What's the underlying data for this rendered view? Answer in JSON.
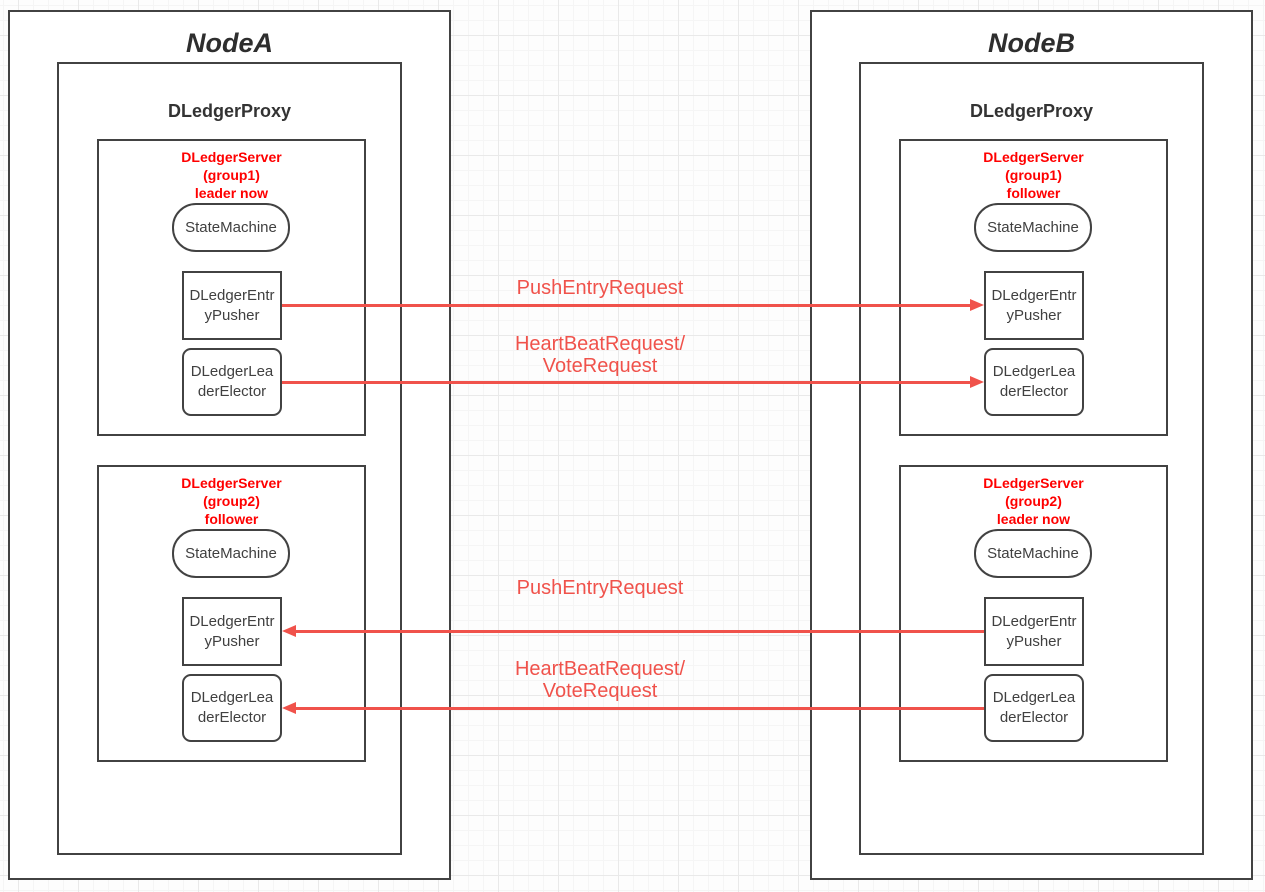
{
  "colors": {
    "box_border": "#424242",
    "box_fill": "#ffffff",
    "server_title_red": "#ff0000",
    "arrow_red": "#f0524b",
    "box_text": "#404040",
    "grid_major": "#e9e9e9",
    "grid_minor": "#f5f5f5"
  },
  "nodes": [
    {
      "title": "NodeA",
      "proxy": {
        "label": "DLedgerProxy"
      },
      "servers": [
        {
          "title_lines": [
            "DLedgerServer",
            "(group1)",
            "leader now"
          ],
          "state_machine": "StateMachine",
          "entry_pusher_lines": [
            "DLedgerEntr",
            "yPusher"
          ],
          "leader_elector_lines": [
            "DLedgerLea",
            "derElector"
          ]
        },
        {
          "title_lines": [
            "DLedgerServer",
            "(group2)",
            "follower"
          ],
          "state_machine": "StateMachine",
          "entry_pusher_lines": [
            "DLedgerEntr",
            "yPusher"
          ],
          "leader_elector_lines": [
            "DLedgerLea",
            "derElector"
          ]
        }
      ]
    },
    {
      "title": "NodeB",
      "proxy": {
        "label": "DLedgerProxy"
      },
      "servers": [
        {
          "title_lines": [
            "DLedgerServer",
            "(group1)",
            "follower"
          ],
          "state_machine": "StateMachine",
          "entry_pusher_lines": [
            "DLedgerEntr",
            "yPusher"
          ],
          "leader_elector_lines": [
            "DLedgerLea",
            "derElector"
          ]
        },
        {
          "title_lines": [
            "DLedgerServer",
            "(group2)",
            "leader now"
          ],
          "state_machine": "StateMachine",
          "entry_pusher_lines": [
            "DLedgerEntr",
            "yPusher"
          ],
          "leader_elector_lines": [
            "DLedgerLea",
            "derElector"
          ]
        }
      ]
    }
  ],
  "arrows": [
    {
      "label_lines": [
        "PushEntryRequest"
      ],
      "direction": "right",
      "from": "NodeA group1 DLedgerEntryPusher",
      "to": "NodeB group1 DLedgerEntryPusher"
    },
    {
      "label_lines": [
        "HeartBeatRequest/",
        "VoteRequest"
      ],
      "direction": "right",
      "from": "NodeA group1 DLedgerLeaderElector",
      "to": "NodeB group1 DLedgerLeaderElector"
    },
    {
      "label_lines": [
        "PushEntryRequest"
      ],
      "direction": "left",
      "from": "NodeB group2 DLedgerEntryPusher",
      "to": "NodeA group2 DLedgerEntryPusher"
    },
    {
      "label_lines": [
        "HeartBeatRequest/",
        "VoteRequest"
      ],
      "direction": "left",
      "from": "NodeB group2 DLedgerLeaderElector",
      "to": "NodeA group2 DLedgerLeaderElector"
    }
  ]
}
